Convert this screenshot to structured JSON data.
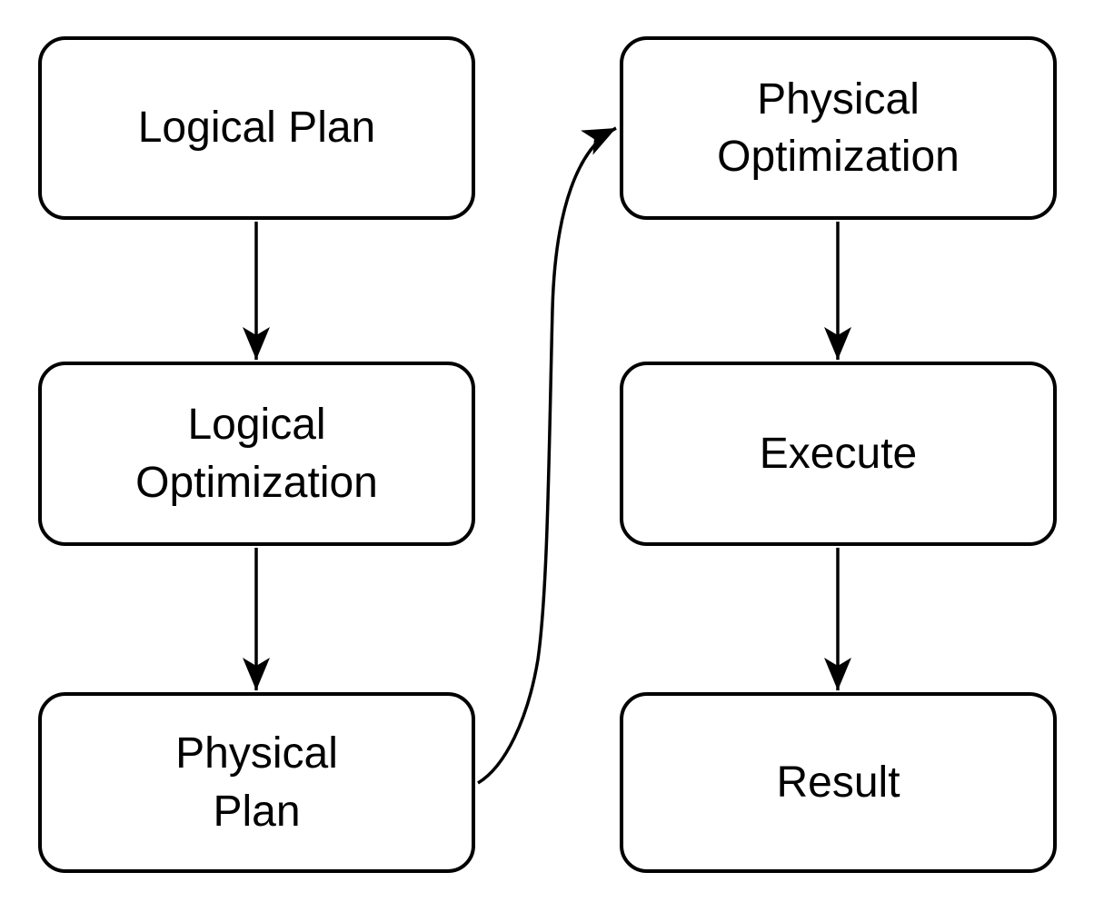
{
  "diagram": {
    "type": "flowchart",
    "background_color": "#ffffff",
    "node_fill_color": "#ffffff",
    "node_stroke_color": "#000000",
    "arrow_color": "#000000",
    "nodes": {
      "logical_plan": {
        "label": "Logical Plan"
      },
      "logical_optimization": {
        "label": "Logical\nOptimization"
      },
      "physical_plan": {
        "label": "Physical\nPlan"
      },
      "physical_optimization": {
        "label": "Physical\nOptimization"
      },
      "execute": {
        "label": "Execute"
      },
      "result": {
        "label": "Result"
      }
    },
    "edges": [
      {
        "from": "Logical Plan",
        "to": "Logical Optimization",
        "style": "straight-down"
      },
      {
        "from": "Logical Optimization",
        "to": "Physical Plan",
        "style": "straight-down"
      },
      {
        "from": "Physical Plan",
        "to": "Physical Optimization",
        "style": "curved-up-right"
      },
      {
        "from": "Physical Optimization",
        "to": "Execute",
        "style": "straight-down"
      },
      {
        "from": "Execute",
        "to": "Result",
        "style": "straight-down"
      }
    ]
  }
}
